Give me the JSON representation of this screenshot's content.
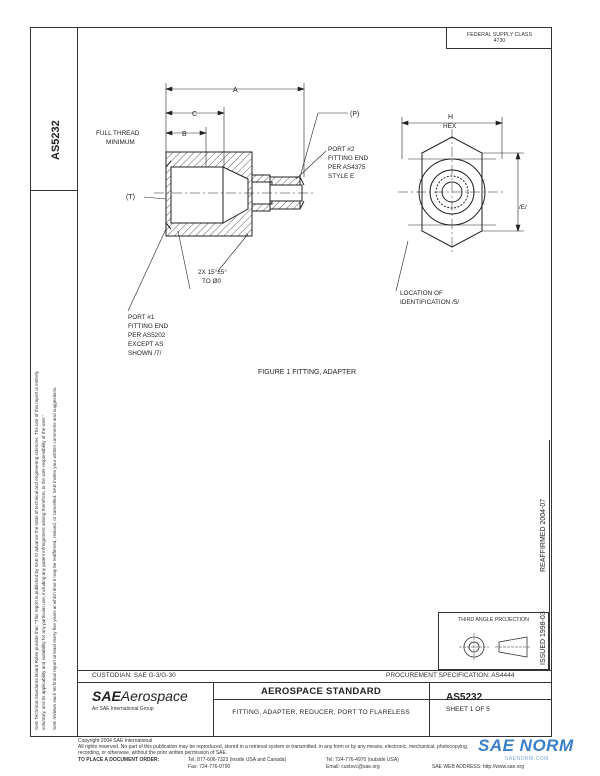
{
  "federal_supply_class": "FEDERAL SUPPLY CLASS",
  "fsc_code": "4730",
  "doc_number_side": "AS5232",
  "disclaimer_lines": [
    "SAE Technical Standards Board Rules provide that: \"This report is published by SAE to advance the state of technical and engineering sciences. The use of this report is entirely",
    "voluntary, and its applicability and suitability for any particular use, including any patent infringement arising therefrom, is the sole responsibility of the user.\"",
    "SAE reviews each technical report at least every five years at which time it may be reaffirmed, revised, or cancelled. SAE invites your written comments and suggestions."
  ],
  "dims": {
    "a": "A",
    "c": "C",
    "b": "B",
    "p": "(P)",
    "t": "(T)",
    "h": "H",
    "hex": "HEX",
    "e": "/E/",
    "full_thread": "FULL THREAD",
    "minimum": "MINIMUM",
    "chamfer": "2X 15°±5°",
    "chamfer_to": "TO Ø0"
  },
  "port2": [
    "PORT #2",
    "FITTING END",
    "PER AS4375",
    "STYLE E"
  ],
  "port1": [
    "PORT #1",
    "FITTING END",
    "PER AS5202",
    "EXCEPT AS",
    "SHOWN /7/"
  ],
  "location_id": [
    "LOCATION OF",
    "IDENTIFICATION /5/"
  ],
  "figure_caption": "FIGURE 1  FITTING, ADAPTER",
  "reaffirmed": "REAFFIRMED 2004-07",
  "issued": "ISSUED 1998-03",
  "third_angle": "THIRD ANGLE PROJECTION",
  "custodian": "CUSTODIAN:  SAE G-3/G-30",
  "procurement": "PROCUREMENT SPECIFICATION:  AS4444",
  "sae_brand_bold": "SAE",
  "sae_brand_rest": "Aerospace",
  "sae_brand_sub": "An SAE International Group",
  "standard_title": "AEROSPACE STANDARD",
  "description": "FITTING, ADAPTER, REDUCER, PORT TO FLARELESS",
  "doc_number": "AS5232",
  "sheet": "SHEET 1 OF 5",
  "footer": {
    "copyright": "Copyright 2004 SAE International",
    "rights": "All rights reserved. No part of this publication may be reproduced, stored in a retrieval system or transmitted, in any form or by any means, electronic, mechanical, photocopying,",
    "rights2": "recording, or otherwise, without the prior written permission of SAE.",
    "order": "TO PLACE A DOCUMENT ORDER:",
    "tel1": "Tel:  877-606-7323 (inside USA and Canada)",
    "tel2": "Tel:  724-776-4970 (outside USA)",
    "fax": "Fax:  724-776-0790",
    "email": "Email:  custsvc@sae.org",
    "web": "SAE WEB ADDRESS: http://www.sae.org"
  },
  "watermark": "SAE NORM",
  "watermark_sub": "SAENORM.COM"
}
